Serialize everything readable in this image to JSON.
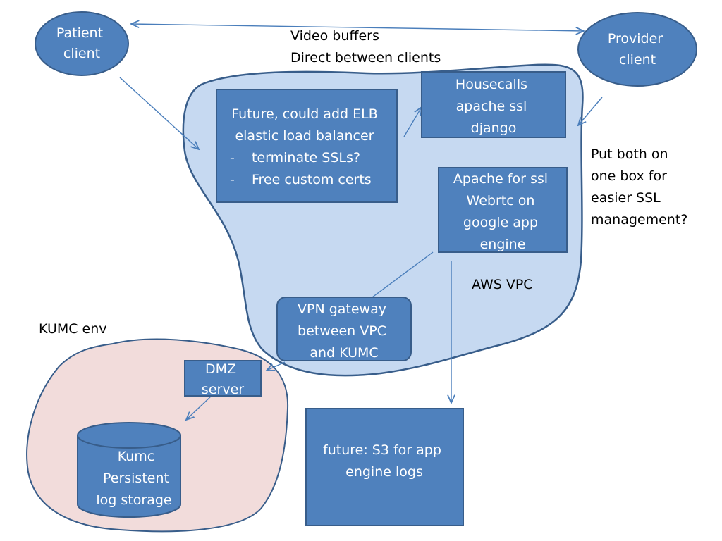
{
  "nodes": {
    "patient_client": {
      "lines": [
        "Patient",
        "client"
      ]
    },
    "provider_client": {
      "lines": [
        "Provider",
        "client"
      ]
    },
    "elb_box": {
      "lines": [
        "Future, could add ELB",
        "elastic load balancer",
        "-    terminate SSLs?",
        "-    Free custom certs"
      ]
    },
    "housecalls_box": {
      "lines": [
        "Housecalls",
        "apache ssl",
        "django"
      ]
    },
    "apache_box": {
      "lines": [
        "Apache for ssl",
        "Webrtc on",
        "google app",
        "engine"
      ]
    },
    "vpn_box": {
      "lines": [
        "VPN gateway",
        "between VPC",
        "and KUMC"
      ]
    },
    "dmz_box": {
      "lines": [
        "DMZ",
        "server"
      ]
    },
    "kumc_storage": {
      "lines": [
        "Kumc",
        "Persistent",
        "log storage"
      ]
    },
    "s3_box": {
      "lines": [
        "future: S3 for app",
        "engine logs"
      ]
    }
  },
  "labels": {
    "video_buffers": [
      "Video buffers",
      "Direct between clients"
    ],
    "ssl_note": [
      "Put both on",
      "one box for",
      "easier SSL",
      "management?"
    ],
    "aws_vpc": "AWS VPC",
    "kumc_env": "KUMC env"
  },
  "colors": {
    "box_fill": "#4f81bd",
    "box_stroke": "#385d8a",
    "vpc_fill": "#c6d9f1",
    "kumc_fill": "#f2dcdb",
    "arrow": "#4a7ebb"
  }
}
